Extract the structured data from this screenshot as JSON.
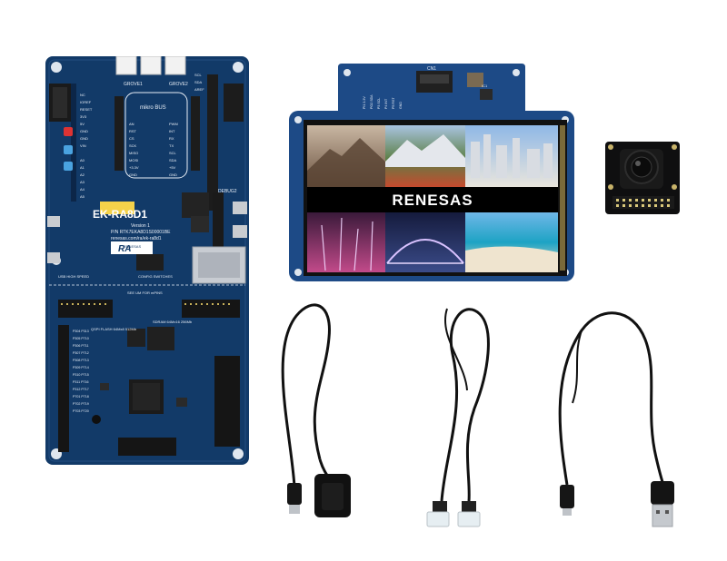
{
  "board": {
    "model_label": "EK-RA8D1",
    "version": "Version 1",
    "part_number": "P/N RTK7EKA8D1S00001BE",
    "url": "renesas.com/ra/ek-ra8d1",
    "brand_small": "RENESAS",
    "ra_logo": "RA",
    "grove1": "GROVE1",
    "grove2": "GROVE2",
    "mikrobus": "mikro BUS",
    "usb_high_speed": "USB HIGH SPEED",
    "config_switches": "CONFIG SWITCHES",
    "see_um": "SEE UM FOR mPINS",
    "sdram": "SDRAM 64Mx16 256Mb",
    "qspi": "QSPI FLASH 64Mx8 512Mb",
    "debug_label": "DEBUG2",
    "colors": {
      "pcb": "#123a68",
      "pcb_dark": "#0c2648",
      "silkscreen": "#e8eef6"
    }
  },
  "display": {
    "logo": "RENESAS",
    "connector_label": "CN1",
    "ic_label": "IC1",
    "side_labels": [
      "PI1 3.3V",
      "PO2 SDA",
      "P3 SCL",
      "P4 INT",
      "P5 RST",
      "GND"
    ],
    "colors": {
      "pcb": "#1d4a86",
      "bezel": "#111111"
    }
  },
  "camera": {
    "colors": {
      "pcb": "#0f0f10",
      "lens": "#1a1a1a"
    }
  },
  "cables": [
    {
      "name": "micro-usb-to-usb-a-female-otg-cable",
      "color": "#111111"
    },
    {
      "name": "ethernet-dual-rj45-cable",
      "color": "#111111"
    },
    {
      "name": "usb-a-to-micro-usb-cable",
      "color": "#111111"
    }
  ]
}
